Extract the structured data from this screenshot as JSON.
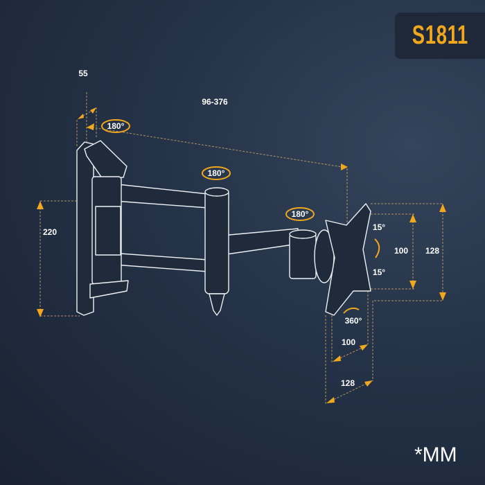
{
  "model": "S1811",
  "dimensions": {
    "depth": "55",
    "extension": "96-376",
    "height": "220",
    "vesa_inner_vertical": "100",
    "vesa_outer_vertical": "128",
    "vesa_inner_horizontal": "100",
    "vesa_outer_horizontal": "128"
  },
  "rotations": {
    "wall_swivel": "180°",
    "arm_swivel": "180°",
    "head_swivel": "180°",
    "tilt_up": "15°",
    "tilt_down": "15°",
    "rotation": "360°"
  },
  "unit": "*MM",
  "colors": {
    "accent": "#f2a81d",
    "background": "#243247",
    "line": "#eef2f6"
  }
}
